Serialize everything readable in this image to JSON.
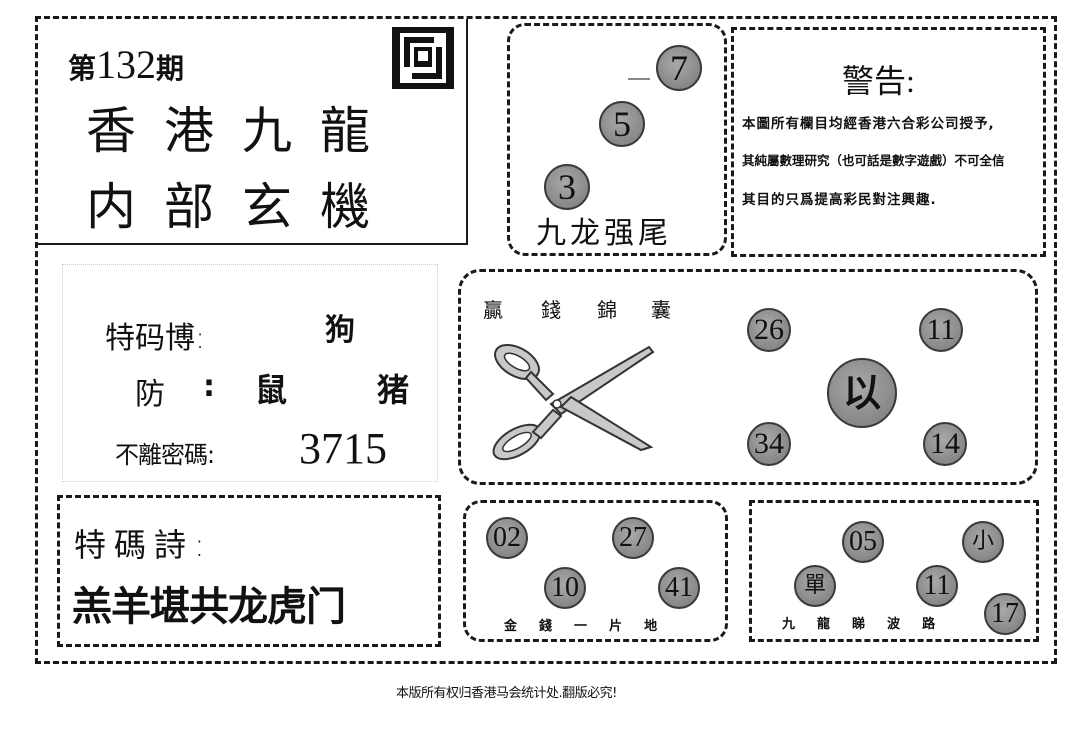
{
  "header": {
    "issue_prefix": "第",
    "issue_number": "132",
    "issue_suffix": "期",
    "title_line1": "香港九龍",
    "title_line2": "内部玄機",
    "logo_icon": "square-spiral-logo-icon"
  },
  "tail_box": {
    "balls": [
      "7",
      "5",
      "3"
    ],
    "caption": "九龙强尾"
  },
  "warning": {
    "title": "警告:",
    "lines": [
      "本圖所有欄目均經香港六合彩公司授予,",
      "其純屬數理研究（也可話是數字遊戲）不可全信",
      "其目的只爲提高彩民對注興趣."
    ]
  },
  "special": {
    "label": "特码博:",
    "value": "狗",
    "guard_label": "防",
    "guard_colon": ":",
    "guard_values": [
      "鼠",
      "猪"
    ],
    "code_label": "不離密碼:",
    "code_value": "3715"
  },
  "scissors_box": {
    "heading_chars": [
      "贏",
      "錢",
      "錦",
      "囊"
    ],
    "icon": "scissors-icon",
    "balls": [
      "26",
      "11",
      "34",
      "14"
    ],
    "center_ball": "以"
  },
  "poem": {
    "label": "特碼詩:",
    "text": "羔羊堪共龙虎门"
  },
  "gold_box": {
    "balls": [
      "02",
      "27",
      "10",
      "41"
    ],
    "caption_chars": [
      "金",
      "錢",
      "一",
      "片",
      "地"
    ]
  },
  "wave_box": {
    "balls": [
      "05",
      "小",
      "單",
      "11",
      "17"
    ],
    "caption_chars": [
      "九",
      "龍",
      "睇",
      "波",
      "路"
    ]
  },
  "footer": {
    "copyright": "本版所有权归香港马会统计处.翻版必究!"
  }
}
